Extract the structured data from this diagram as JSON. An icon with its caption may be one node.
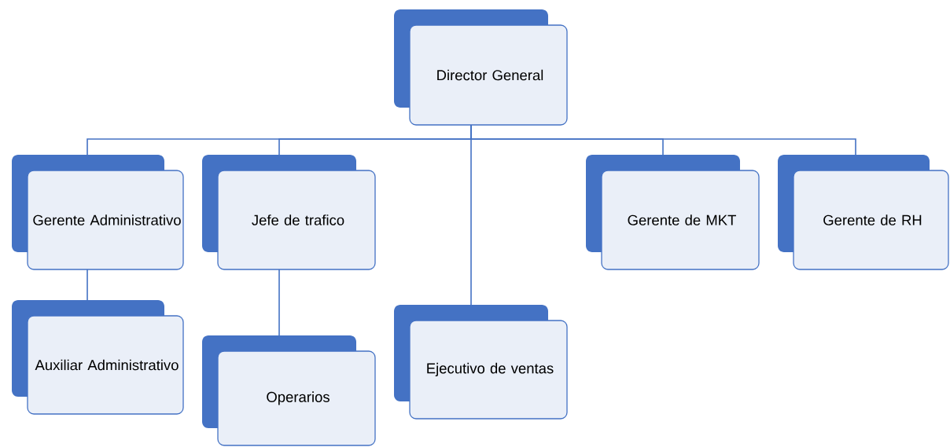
{
  "diagram": {
    "nodes": [
      {
        "text": [
          "Director General"
        ]
      },
      {
        "text": [
          "Gerente Administrativo"
        ]
      },
      {
        "text": [
          "Jefe de trafico"
        ]
      },
      {
        "text": [
          "Gerente de MKT"
        ]
      },
      {
        "text": [
          "Gerente de RH"
        ]
      },
      {
        "text": [
          "Auxiliar Administrativo"
        ]
      },
      {
        "text": [
          "Operarios"
        ]
      },
      {
        "text": [
          "Ejecutivo de ventas"
        ]
      }
    ],
    "edges": [
      {
        "from": 0,
        "to": 1,
        "arrow": "none"
      },
      {
        "from": 0,
        "to": 2,
        "arrow": "none"
      },
      {
        "from": 0,
        "to": 7,
        "arrow": "none"
      },
      {
        "from": 0,
        "to": 3,
        "arrow": "none"
      },
      {
        "from": 0,
        "to": 4,
        "arrow": "none"
      },
      {
        "from": 1,
        "to": 5,
        "arrow": "none"
      },
      {
        "from": 2,
        "to": 6,
        "arrow": "none"
      }
    ]
  }
}
